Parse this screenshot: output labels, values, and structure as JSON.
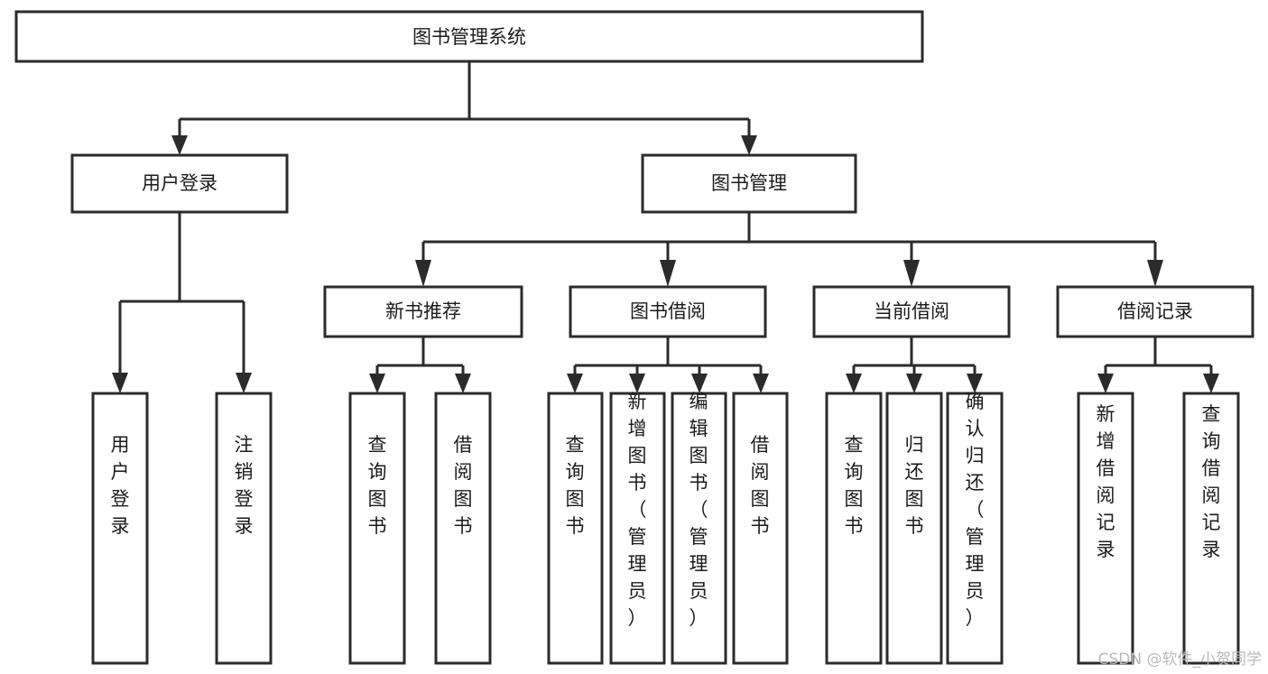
{
  "diagram": {
    "type": "tree-hierarchy",
    "title": "图书管理系统",
    "orientation": "top-down",
    "colors": {
      "box_stroke": "#2b2b2b",
      "box_fill": "#ffffff",
      "connector": "#2b2b2b",
      "text": "#1b1b1b",
      "background": "#ffffff",
      "watermark": "#b9b9b9"
    },
    "root": {
      "label": "图书管理系统"
    },
    "level2": [
      {
        "label": "用户登录"
      },
      {
        "label": "图书管理"
      }
    ],
    "level3": [
      {
        "label": "新书推荐"
      },
      {
        "label": "图书借阅"
      },
      {
        "label": "当前借阅"
      },
      {
        "label": "借阅记录"
      }
    ],
    "leaves": {
      "user_login": [
        {
          "label": "用户登录"
        },
        {
          "label": "注销登录"
        }
      ],
      "new_book_recommend": [
        {
          "label": "查询图书"
        },
        {
          "label": "借阅图书"
        }
      ],
      "book_borrow": [
        {
          "label": "查询图书"
        },
        {
          "label": "新增图书（管理员）"
        },
        {
          "label": "编辑图书（管理员）"
        },
        {
          "label": "借阅图书"
        }
      ],
      "current_borrow": [
        {
          "label": "查询图书"
        },
        {
          "label": "归还图书"
        },
        {
          "label": "确认归还（管理员）"
        }
      ],
      "borrow_record": [
        {
          "label": "新增借阅记录"
        },
        {
          "label": "查询借阅记录"
        }
      ]
    }
  },
  "watermark": {
    "text": "CSDN @软件_小贺同学"
  }
}
